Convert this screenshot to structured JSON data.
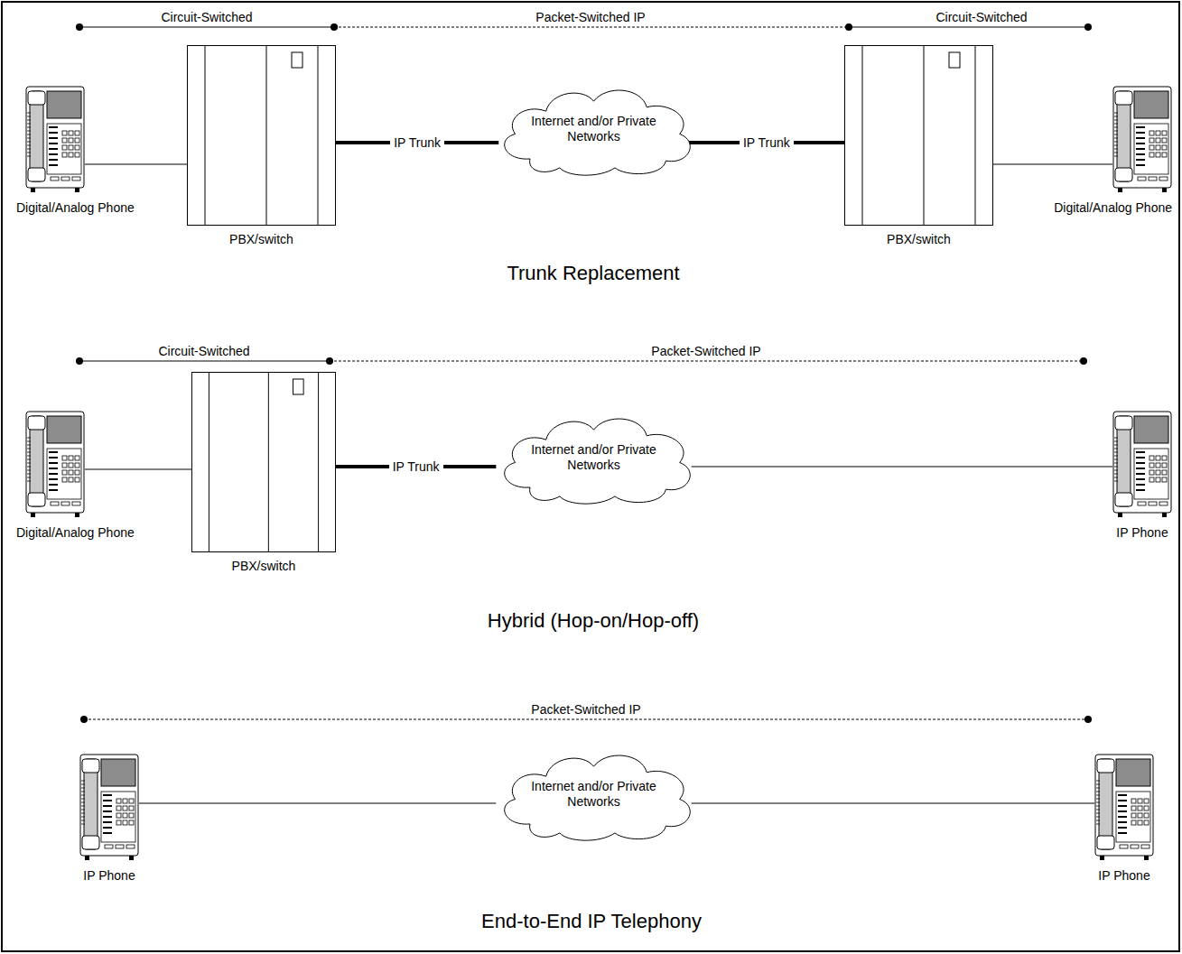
{
  "diagram": {
    "nodes": [
      {
        "text": [
          "Digital/Analog Phone"
        ]
      },
      {
        "text": [
          "PBX/switch"
        ]
      },
      {
        "text": [
          "Internet and/or Private Networks"
        ]
      },
      {
        "text": [
          "PBX/switch"
        ]
      },
      {
        "text": [
          "Digital/Analog Phone"
        ]
      },
      {
        "text": [
          "Digital/Analog Phone"
        ]
      },
      {
        "text": [
          "PBX/switch"
        ]
      },
      {
        "text": [
          "Internet and/or Private Networks"
        ]
      },
      {
        "text": [
          "IP Phone"
        ]
      },
      {
        "text": [
          "IP Phone"
        ]
      },
      {
        "text": [
          "Internet and/or Private Networks"
        ]
      },
      {
        "text": [
          "IP Phone"
        ]
      }
    ],
    "edges": [
      {
        "from": 0,
        "to": 1,
        "arrow": "none"
      },
      {
        "from": 1,
        "to": 2,
        "label": "IP Trunk",
        "arrow": "none"
      },
      {
        "from": 2,
        "to": 3,
        "label": "IP Trunk",
        "arrow": "none"
      },
      {
        "from": 3,
        "to": 4,
        "arrow": "none"
      },
      {
        "from": 5,
        "to": 6,
        "arrow": "none"
      },
      {
        "from": 6,
        "to": 7,
        "label": "IP Trunk",
        "arrow": "none"
      },
      {
        "from": 7,
        "to": 8,
        "arrow": "none"
      },
      {
        "from": 9,
        "to": 10,
        "arrow": "none"
      },
      {
        "from": 10,
        "to": 11,
        "arrow": "none"
      }
    ],
    "labels": [
      "Circuit-Switched",
      "Packet-Switched IP",
      "Circuit-Switched",
      "Trunk Replacement",
      "Circuit-Switched",
      "Packet-Switched IP",
      "Hybrid (Hop-on/Hop-off)",
      "Packet-Switched IP",
      "End-to-End IP Telephony"
    ]
  }
}
